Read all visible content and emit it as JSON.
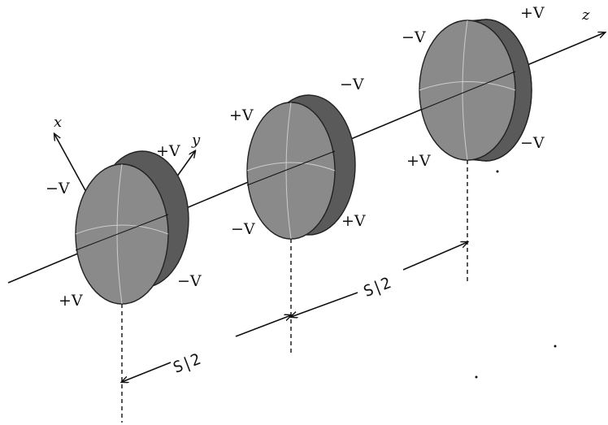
{
  "axes": {
    "x": "x",
    "y": "y",
    "z": "z"
  },
  "spacing_label": "S|2",
  "lenses": [
    {
      "labels": [
        "+V",
        "−V",
        "+V",
        "−V"
      ]
    },
    {
      "labels": [
        "+V",
        "−V",
        "+V",
        "−V"
      ]
    },
    {
      "labels": [
        "+V",
        "−V",
        "+V",
        "−V"
      ]
    }
  ]
}
